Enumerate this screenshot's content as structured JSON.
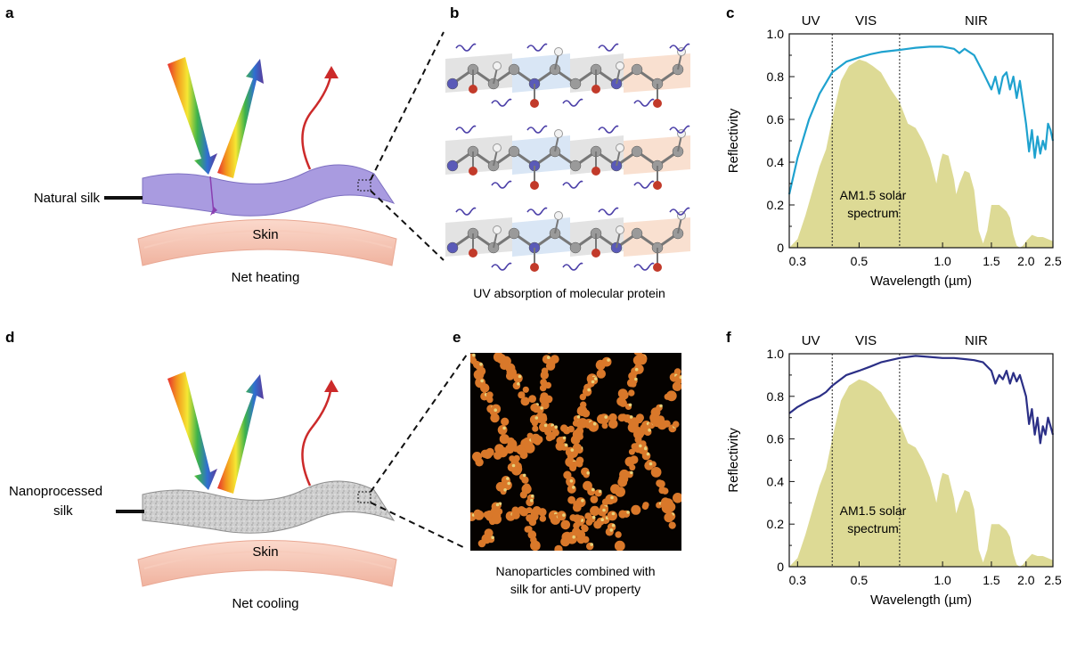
{
  "panels": {
    "a": {
      "letter": "a",
      "material_label": "Natural silk",
      "skin_label": "Skin",
      "result_label": "Net heating",
      "colors": {
        "fabric": "#a99be0",
        "fabric_edge": "#7d6fc1",
        "skin": "#f6c7b6",
        "heat_arrow": "#cc2a2a"
      }
    },
    "b": {
      "letter": "b",
      "caption": "UV absorption of molecular protein"
    },
    "c": {
      "letter": "c",
      "region_labels": [
        "UV",
        "VIS",
        "NIR"
      ],
      "spectrum_label_line1": "AM1.5 solar",
      "spectrum_label_line2": "spectrum"
    },
    "d": {
      "letter": "d",
      "material_label_line1": "Nanoprocessed",
      "material_label_line2": "silk",
      "skin_label": "Skin",
      "result_label": "Net cooling",
      "colors": {
        "fabric": "#c8c8c8",
        "fabric_edge": "#8e8e8e",
        "skin": "#f6c7b6",
        "heat_arrow": "#cc2a2a"
      }
    },
    "e": {
      "letter": "e",
      "caption_line1": "Nanoparticles combined with",
      "caption_line2": "silk for anti-UV property",
      "colors": {
        "background": "#050200",
        "particle": "#d9782a",
        "highlight": "#e8d27a"
      }
    },
    "f": {
      "letter": "f",
      "region_labels": [
        "UV",
        "VIS",
        "NIR"
      ],
      "spectrum_label_line1": "AM1.5 solar",
      "spectrum_label_line2": "spectrum"
    }
  },
  "chart_data": [
    {
      "panel": "c",
      "type": "line",
      "xlabel": "Wavelength (µm)",
      "ylabel": "Reflectivity",
      "xscale": "log",
      "xlim": [
        0.28,
        2.5
      ],
      "ylim": [
        0,
        1.0
      ],
      "xticks": [
        0.3,
        0.5,
        1.0,
        1.5,
        2.0,
        2.5
      ],
      "xtick_labels": [
        "0.3",
        "0.5",
        "1.0",
        "1.5",
        "2.0",
        "2.5"
      ],
      "yticks": [
        0,
        0.2,
        0.4,
        0.6,
        0.8,
        1.0
      ],
      "ytick_labels": [
        "0",
        "0.2",
        "0.4",
        "0.6",
        "0.8",
        "1.0"
      ],
      "region_boundaries": [
        0.4,
        0.7
      ],
      "series": [
        {
          "color": "#1fa2cf",
          "x": [
            0.28,
            0.3,
            0.33,
            0.36,
            0.4,
            0.45,
            0.5,
            0.55,
            0.6,
            0.7,
            0.8,
            0.9,
            1.0,
            1.1,
            1.15,
            1.2,
            1.3,
            1.4,
            1.5,
            1.55,
            1.6,
            1.65,
            1.7,
            1.75,
            1.8,
            1.85,
            1.9,
            2.0,
            2.05,
            2.1,
            2.15,
            2.2,
            2.25,
            2.3,
            2.35,
            2.4,
            2.45,
            2.5
          ],
          "y": [
            0.25,
            0.42,
            0.6,
            0.72,
            0.82,
            0.87,
            0.89,
            0.905,
            0.915,
            0.925,
            0.935,
            0.94,
            0.94,
            0.93,
            0.91,
            0.93,
            0.9,
            0.82,
            0.74,
            0.8,
            0.72,
            0.8,
            0.82,
            0.74,
            0.8,
            0.7,
            0.78,
            0.58,
            0.45,
            0.55,
            0.42,
            0.52,
            0.44,
            0.5,
            0.46,
            0.58,
            0.55,
            0.5
          ]
        },
        {
          "name": "AM1.5 solar spectrum",
          "type": "area",
          "color": "#d9d68a",
          "x": [
            0.28,
            0.3,
            0.32,
            0.34,
            0.36,
            0.38,
            0.4,
            0.43,
            0.46,
            0.5,
            0.53,
            0.56,
            0.6,
            0.65,
            0.7,
            0.75,
            0.8,
            0.85,
            0.9,
            0.93,
            0.95,
            0.98,
            1.0,
            1.05,
            1.1,
            1.12,
            1.15,
            1.2,
            1.25,
            1.3,
            1.35,
            1.4,
            1.45,
            1.5,
            1.6,
            1.7,
            1.75,
            1.8,
            1.85,
            1.9,
            1.95,
            2.0,
            2.1,
            2.2,
            2.3,
            2.4,
            2.5
          ],
          "y": [
            0.0,
            0.04,
            0.15,
            0.27,
            0.38,
            0.46,
            0.6,
            0.78,
            0.85,
            0.88,
            0.87,
            0.85,
            0.82,
            0.74,
            0.68,
            0.58,
            0.56,
            0.5,
            0.42,
            0.35,
            0.3,
            0.4,
            0.44,
            0.43,
            0.32,
            0.25,
            0.3,
            0.36,
            0.35,
            0.27,
            0.08,
            0.02,
            0.08,
            0.2,
            0.2,
            0.17,
            0.14,
            0.06,
            0.01,
            0.0,
            0.01,
            0.03,
            0.06,
            0.05,
            0.05,
            0.04,
            0.03
          ]
        }
      ]
    },
    {
      "panel": "f",
      "type": "line",
      "xlabel": "Wavelength (µm)",
      "ylabel": "Reflectivity",
      "xscale": "log",
      "xlim": [
        0.28,
        2.5
      ],
      "ylim": [
        0,
        1.0
      ],
      "xticks": [
        0.3,
        0.5,
        1.0,
        1.5,
        2.0,
        2.5
      ],
      "xtick_labels": [
        "0.3",
        "0.5",
        "1.0",
        "1.5",
        "2.0",
        "2.5"
      ],
      "yticks": [
        0,
        0.2,
        0.4,
        0.6,
        0.8,
        1.0
      ],
      "ytick_labels": [
        "0",
        "0.2",
        "0.4",
        "0.6",
        "0.8",
        "1.0"
      ],
      "region_boundaries": [
        0.4,
        0.7
      ],
      "series": [
        {
          "color": "#2b2f86",
          "x": [
            0.28,
            0.3,
            0.33,
            0.36,
            0.38,
            0.4,
            0.45,
            0.5,
            0.55,
            0.6,
            0.7,
            0.8,
            0.9,
            1.0,
            1.1,
            1.2,
            1.3,
            1.4,
            1.5,
            1.55,
            1.6,
            1.65,
            1.7,
            1.75,
            1.8,
            1.85,
            1.9,
            2.0,
            2.05,
            2.1,
            2.15,
            2.2,
            2.25,
            2.3,
            2.35,
            2.4,
            2.45,
            2.5
          ],
          "y": [
            0.72,
            0.75,
            0.78,
            0.8,
            0.82,
            0.85,
            0.9,
            0.92,
            0.94,
            0.96,
            0.98,
            0.99,
            0.985,
            0.98,
            0.98,
            0.975,
            0.97,
            0.96,
            0.92,
            0.86,
            0.9,
            0.88,
            0.92,
            0.86,
            0.91,
            0.87,
            0.9,
            0.8,
            0.67,
            0.74,
            0.62,
            0.7,
            0.58,
            0.66,
            0.62,
            0.7,
            0.66,
            0.62
          ]
        },
        {
          "name": "AM1.5 solar spectrum",
          "type": "area",
          "color": "#d9d68a",
          "x": [
            0.28,
            0.3,
            0.32,
            0.34,
            0.36,
            0.38,
            0.4,
            0.43,
            0.46,
            0.5,
            0.53,
            0.56,
            0.6,
            0.65,
            0.7,
            0.75,
            0.8,
            0.85,
            0.9,
            0.93,
            0.95,
            0.98,
            1.0,
            1.05,
            1.1,
            1.12,
            1.15,
            1.2,
            1.25,
            1.3,
            1.35,
            1.4,
            1.45,
            1.5,
            1.6,
            1.7,
            1.75,
            1.8,
            1.85,
            1.9,
            1.95,
            2.0,
            2.1,
            2.2,
            2.3,
            2.4,
            2.5
          ],
          "y": [
            0.0,
            0.04,
            0.15,
            0.27,
            0.38,
            0.46,
            0.6,
            0.78,
            0.85,
            0.88,
            0.87,
            0.85,
            0.82,
            0.74,
            0.68,
            0.58,
            0.56,
            0.5,
            0.42,
            0.35,
            0.3,
            0.4,
            0.44,
            0.43,
            0.32,
            0.25,
            0.3,
            0.36,
            0.35,
            0.27,
            0.08,
            0.02,
            0.08,
            0.2,
            0.2,
            0.17,
            0.14,
            0.06,
            0.01,
            0.0,
            0.01,
            0.03,
            0.06,
            0.05,
            0.05,
            0.04,
            0.03
          ]
        }
      ]
    }
  ]
}
